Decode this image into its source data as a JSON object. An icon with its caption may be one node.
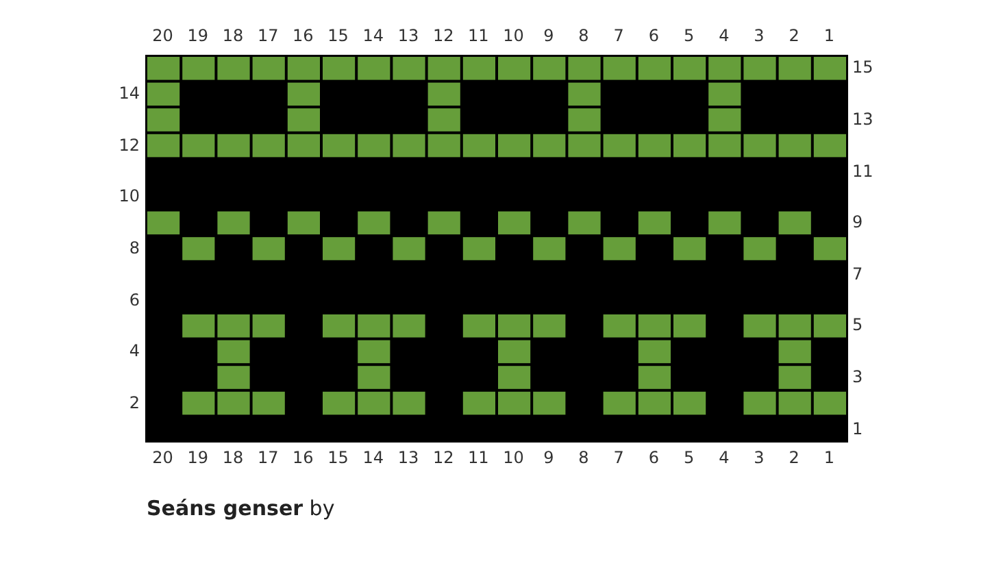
{
  "diagram": {
    "title": "**Seáns genser** by",
    "labels": [
      "20",
      "19",
      "18",
      "17",
      "16",
      "15",
      "14",
      "13",
      "12",
      "11",
      "10",
      "9",
      "8",
      "7",
      "6",
      "5",
      "4",
      "3",
      "2",
      "1",
      "15",
      "14",
      "13",
      "12",
      "11",
      "10",
      "9",
      "8",
      "7",
      "6",
      "5",
      "4",
      "3",
      "2",
      "1",
      "20",
      "19",
      "18",
      "17",
      "16",
      "15",
      "14",
      "13",
      "12",
      "11",
      "10",
      "9",
      "8",
      "7",
      "6",
      "5",
      "4",
      "3",
      "2",
      "1"
    ]
  }
}
